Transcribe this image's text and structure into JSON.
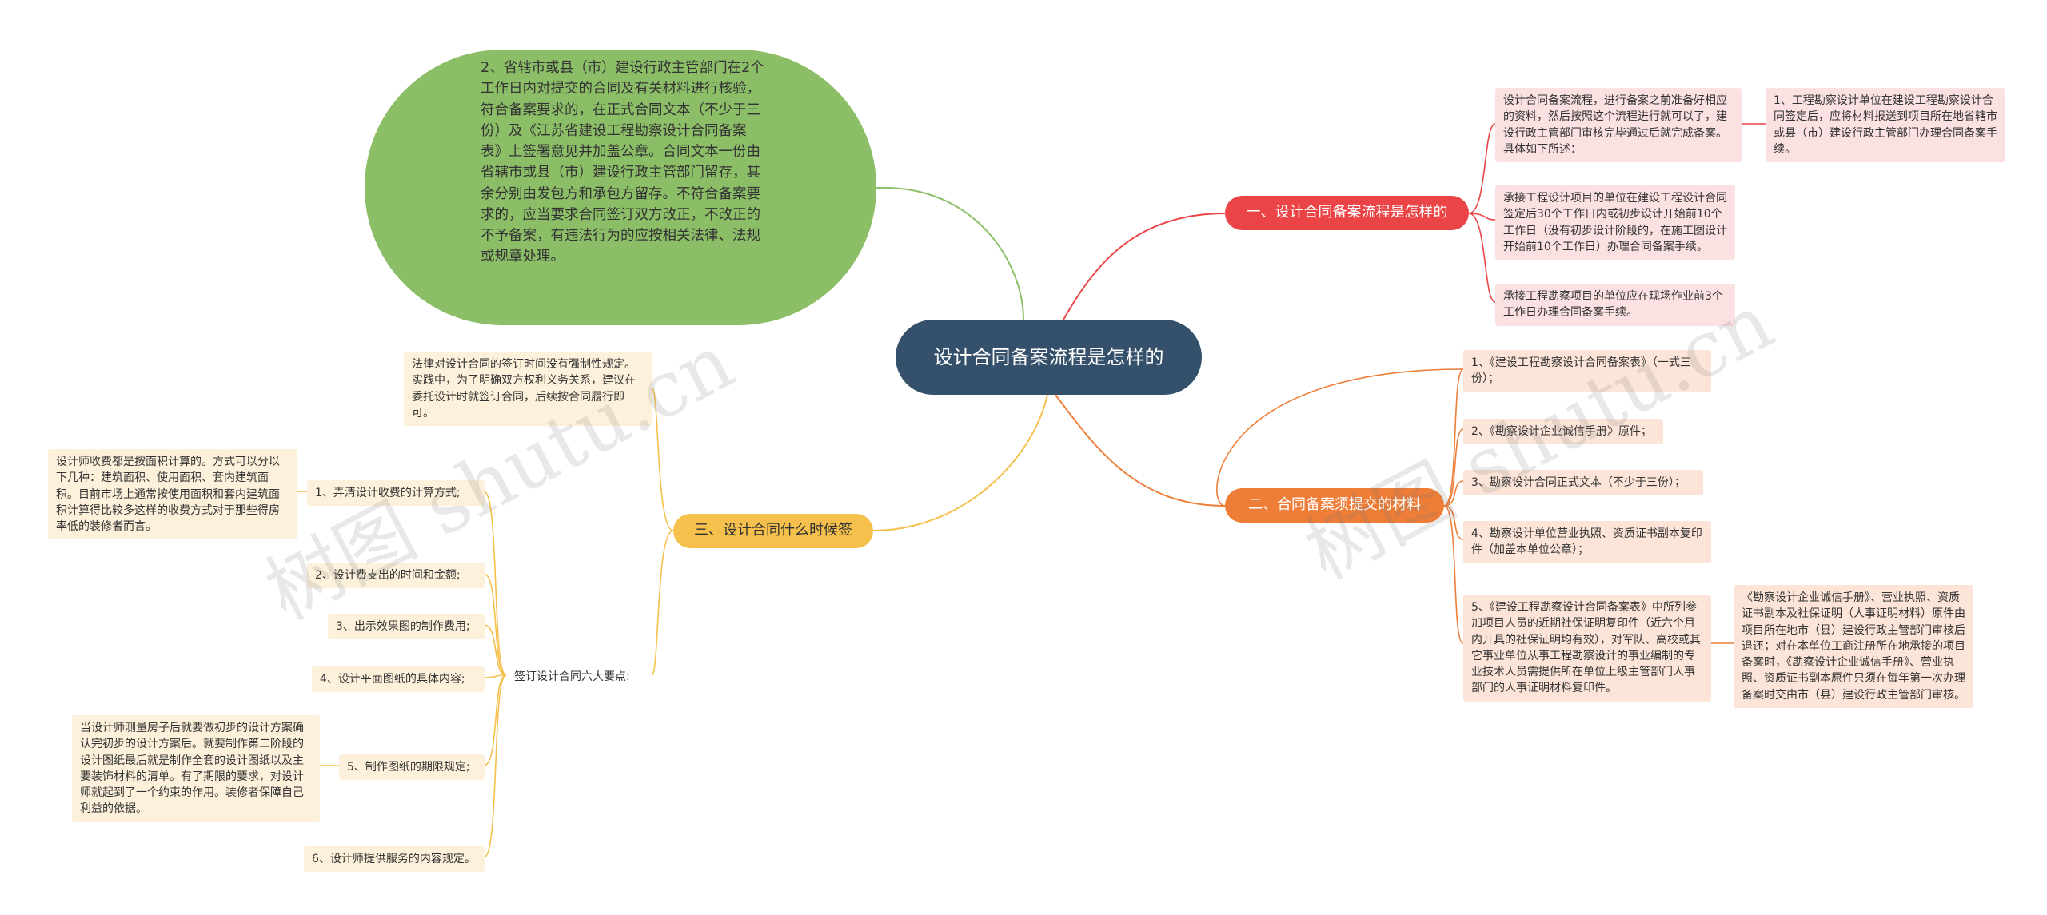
{
  "root": "设计合同备案流程是怎样的",
  "branch1": {
    "label": "一、设计合同备案流程是怎样的",
    "intro": "设计合同备案流程，进行备案之前准备好相应的资料，然后按照这个流程进行就可以了，建设行政主管部门审核完毕通过后就完成备案。具体如下所述：",
    "intro_child": "1、工程勘察设计单位在建设工程勘察设计合同签定后，应将材料报送到项目所在地省辖市或县（市）建设行政主管部门办理合同备案手续。",
    "item2": "承接工程设计项目的单位在建设工程设计合同签定后30个工作日内或初步设计开始前10个工作日（没有初步设计阶段的，在施工图设计开始前10个工作日）办理合同备案手续。",
    "item3": "承接工程勘察项目的单位应在现场作业前3个工作日办理合同备案手续。"
  },
  "green_note": "2、省辖市或县（市）建设行政主管部门在2个工作日内对提交的合同及有关材料进行核验，符合备案要求的，在正式合同文本（不少于三份）及《江苏省建设工程勘察设计合同备案表》上签署意见并加盖公章。合同文本一份由省辖市或县（市）建设行政主管部门留存，其余分别由发包方和承包方留存。不符合备案要求的，应当要求合同签订双方改正，不改正的不予备案，有违法行为的应按相关法律、法规或规章处理。",
  "branch2": {
    "label": "二、合同备案须提交的材料",
    "items": [
      "1、《建设工程勘察设计合同备案表》（一式三份）；",
      "2、《勘察设计企业诚信手册》原件；",
      "3、勘察设计合同正式文本（不少于三份）；",
      "4、勘察设计单位营业执照、资质证书副本复印件（加盖本单位公章）；",
      "5、《建设工程勘察设计合同备案表》中所列参加项目人员的近期社保证明复印件（近六个月内开具的社保证明均有效），对军队、高校或其它事业单位从事工程勘察设计的事业编制的专业技术人员需提供所在单位上级主管部门人事部门的人事证明材料复印件。"
    ],
    "item5_child": "《勘察设计企业诚信手册》、营业执照、资质证书副本及社保证明（人事证明材料）原件由项目所在地市（县）建设行政主管部门审核后退还；对在本单位工商注册所在地承接的项目备案时，《勘察设计企业诚信手册》、营业执照、资质证书副本原件只须在每年第一次办理备案时交由市（县）建设行政主管部门审核。"
  },
  "branch3": {
    "label": "三、设计合同什么时候签",
    "law_note": "法律对设计合同的签订时间没有强制性规定。实践中，为了明确双方权利义务关系，建议在委托设计时就签订合同，后续按合同履行即可。",
    "six_points": "签订设计合同六大要点:",
    "points": [
      "1、弄清设计收费的计算方式;",
      "2、设计费支出的时间和金额;",
      "3、出示效果图的制作费用;",
      "4、设计平面图纸的具体内容;",
      "5、制作图纸的期限规定;",
      "6、设计师提供服务的内容规定。"
    ],
    "point1_child": "设计师收费都是按面积计算的。方式可以分以下几种：建筑面积、使用面积、套内建筑面积。目前市场上通常按使用面积和套内建筑面积计算得比较多这样的收费方式对于那些得房率低的装修者而言。",
    "point5_child": "当设计师测量房子后就要做初步的设计方案确认完初步的设计方案后。就要制作第二阶段的设计图纸最后就是制作全套的设计图纸以及主要装饰材料的清单。有了期限的要求，对设计师就起到了一个约束的作用。装修者保障自己利益的依据。"
  },
  "watermark": "树图 shutu.cn",
  "colors": {
    "root": "#34506b",
    "branch1": "#ea4447",
    "branch2": "#ee7d38",
    "branch3": "#f5c04c",
    "green": "#8cbe68"
  }
}
